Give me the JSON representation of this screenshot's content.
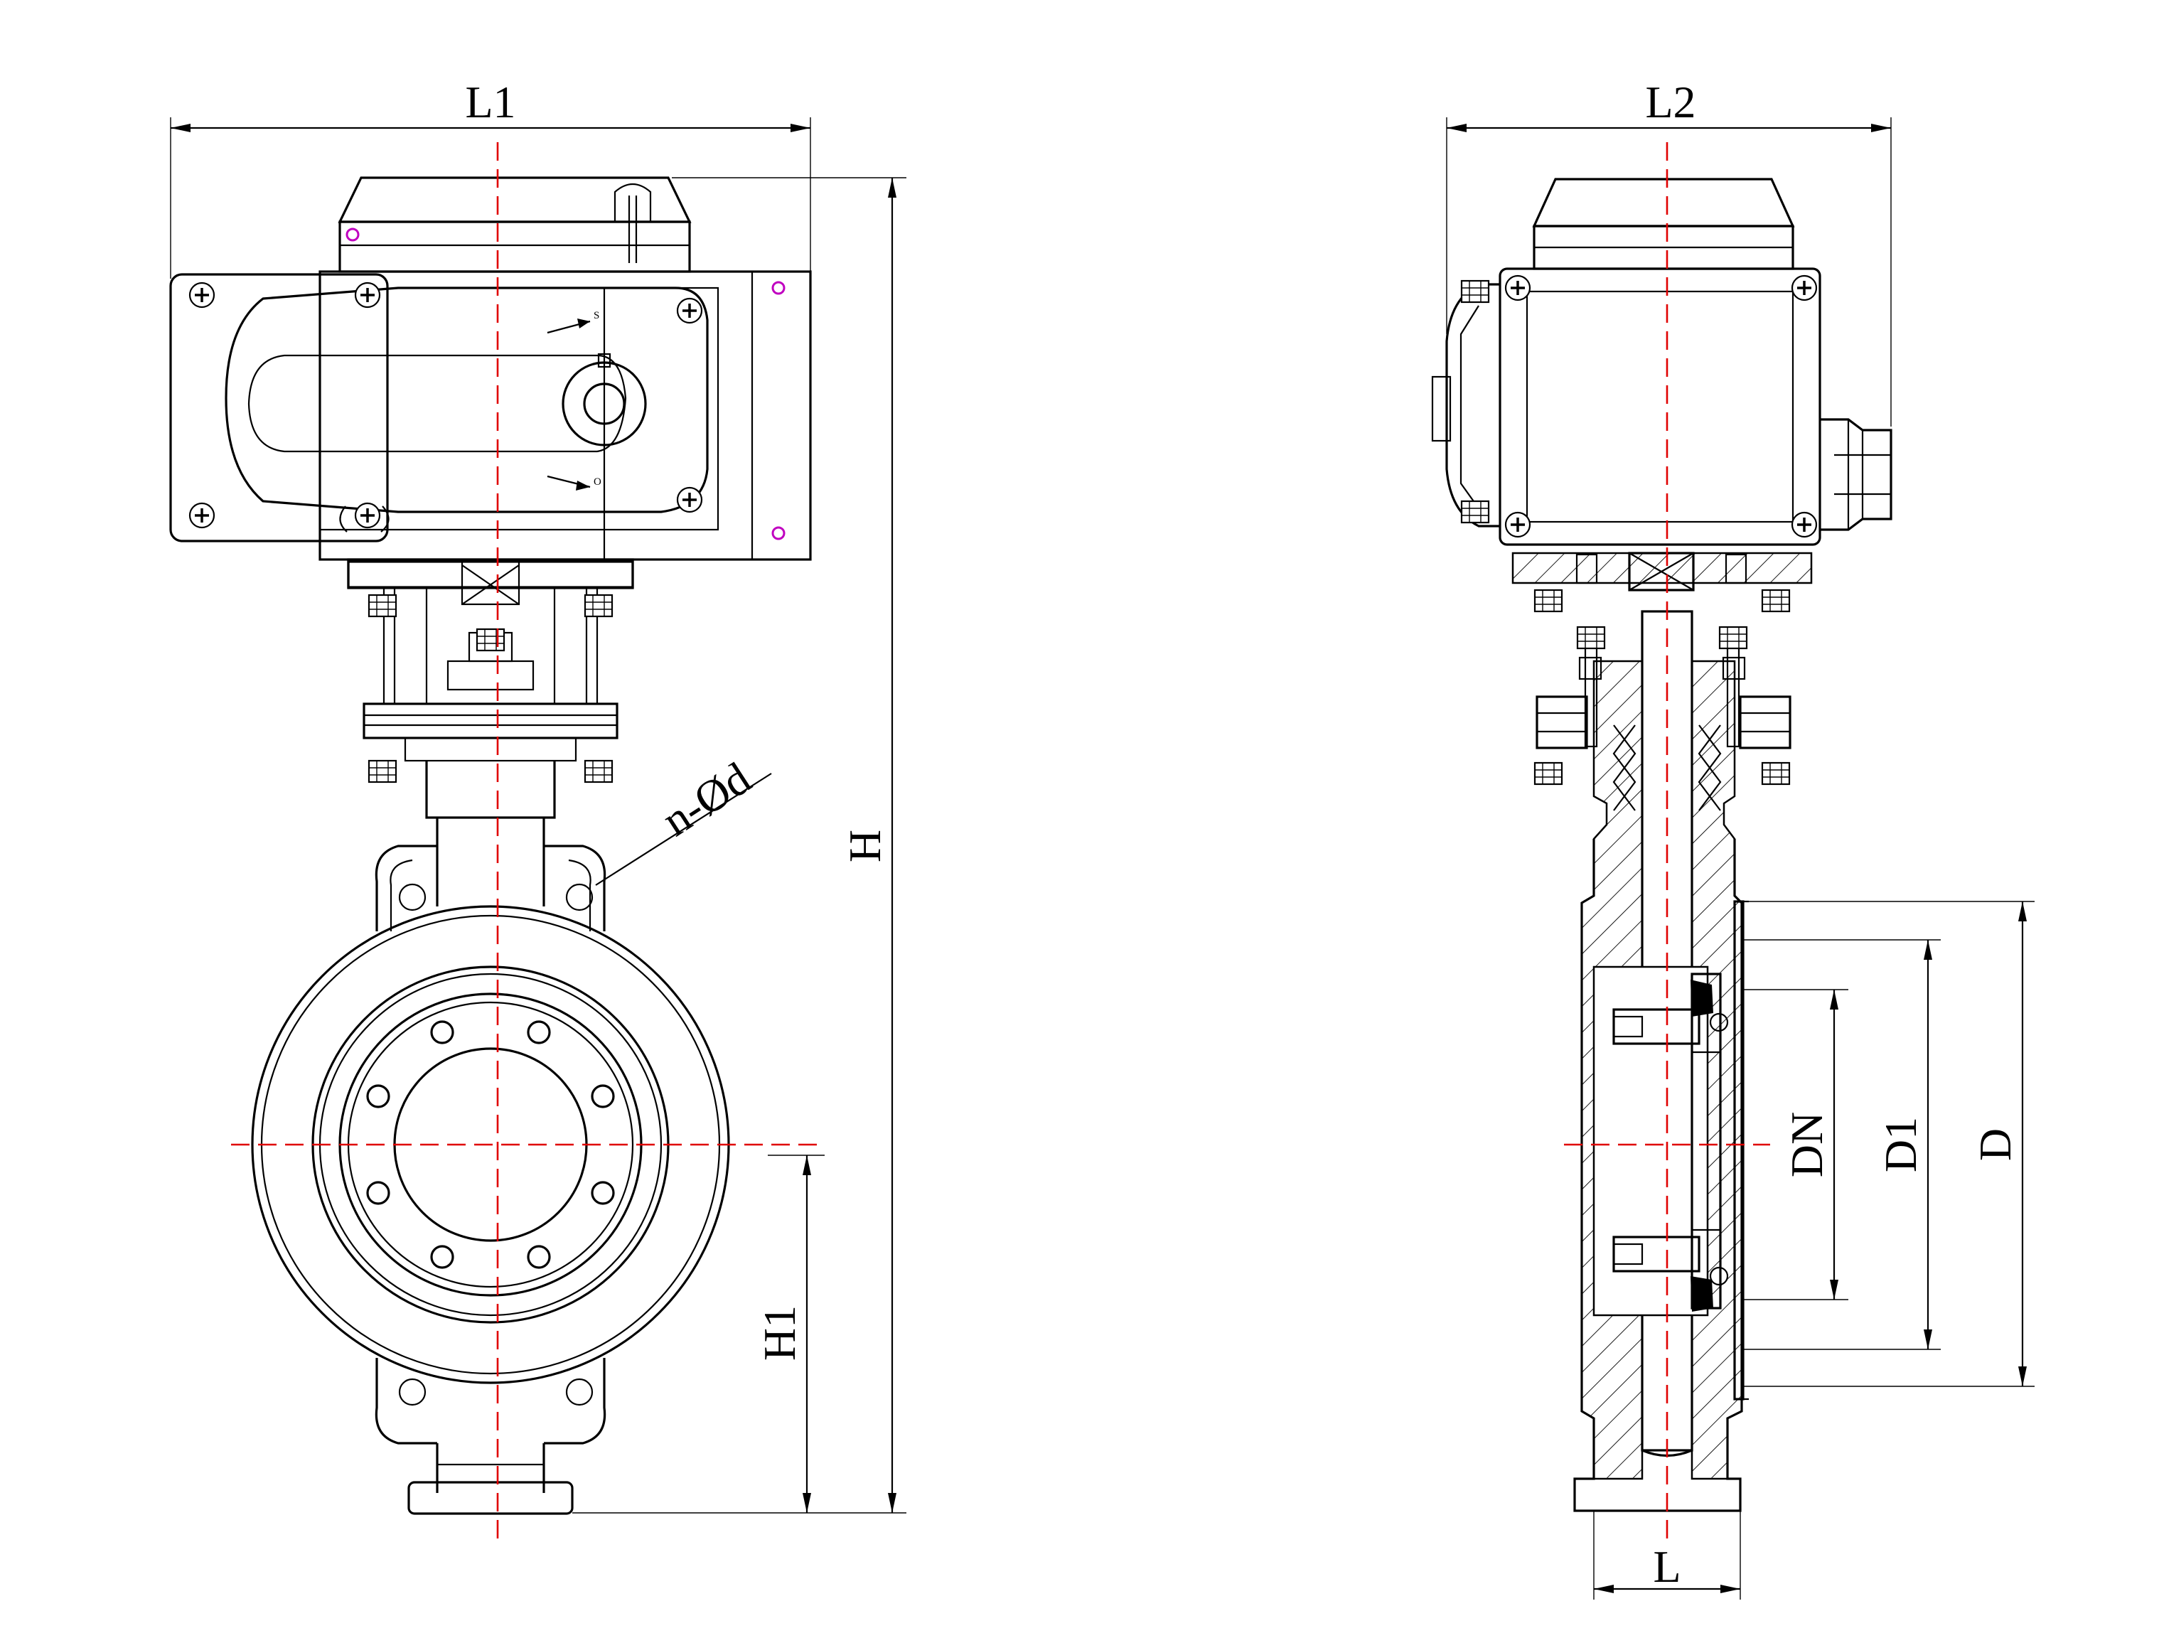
{
  "labels": {
    "L1": "L1",
    "L2": "L2",
    "H": "H",
    "H1": "H1",
    "n_d": "n-Ød",
    "DN": "DN",
    "D1": "D1",
    "D": "D",
    "L": "L",
    "mark_s": "S",
    "mark_o": "O"
  },
  "colors": {
    "outline": "#000000",
    "center_line": "#e00000",
    "screw_mark": "#c000c0"
  }
}
